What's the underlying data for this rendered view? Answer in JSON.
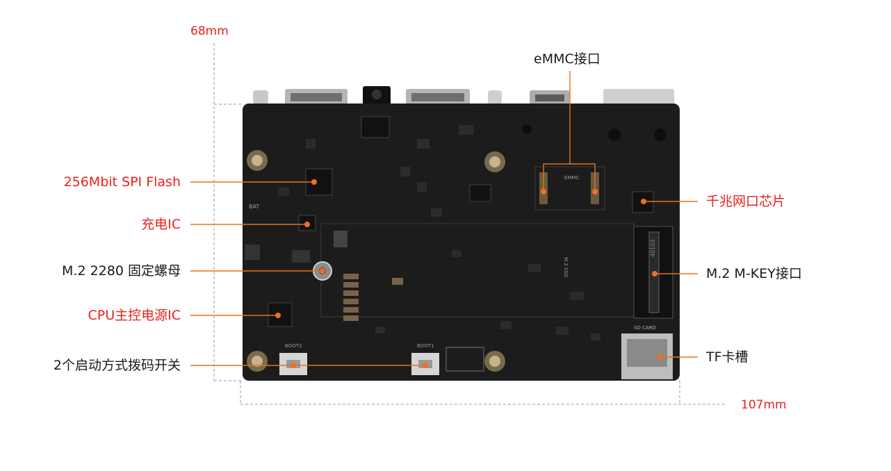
{
  "dimensions": {
    "height": "68mm",
    "width": "107mm"
  },
  "labels": {
    "emmc": "eMMC接口",
    "spi_flash": "256Mbit SPI Flash",
    "charge_ic": "充电IC",
    "m2_nut": "M.2 2280 固定螺母",
    "cpu_power_ic": "CPU主控电源IC",
    "boot_switches": "2个启动方式拨码开关",
    "gigabit_phy": "千兆网口芯片",
    "m2_mkey": "M.2 M-KEY接口",
    "tf_slot": "TF卡槽"
  },
  "silkscreen": {
    "emmc": "EMMC",
    "m2_ssd": "M.2 SSD",
    "sd_card": "SD CARD",
    "boot1": "BOOT1",
    "boot2": "BOOT2",
    "bat": "BAT",
    "connector_code": "40103"
  },
  "colors": {
    "red_label": "#e8211a",
    "black_label": "#1a1a1a",
    "leader_line": "#e8721a",
    "dot": "#f07020",
    "board": "#1c1c1c",
    "dimension_line": "#9a9a9a"
  }
}
